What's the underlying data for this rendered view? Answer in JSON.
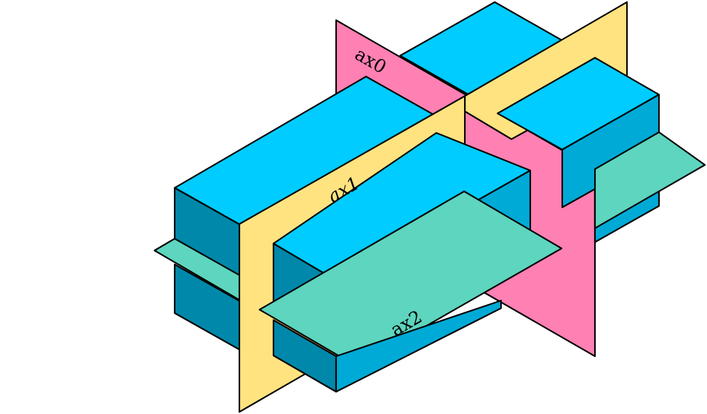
{
  "labels": {
    "ax0": "ax0",
    "ax1": "ax1",
    "ax2": "ax2"
  },
  "colors": {
    "box_top": "#00CCFF",
    "box_front": "#00AAD6",
    "box_side": "#0088AA",
    "plane_ax0": "#FF80B3",
    "plane_ax1": "#FFE380",
    "plane_ax2": "#5ED5BE"
  }
}
